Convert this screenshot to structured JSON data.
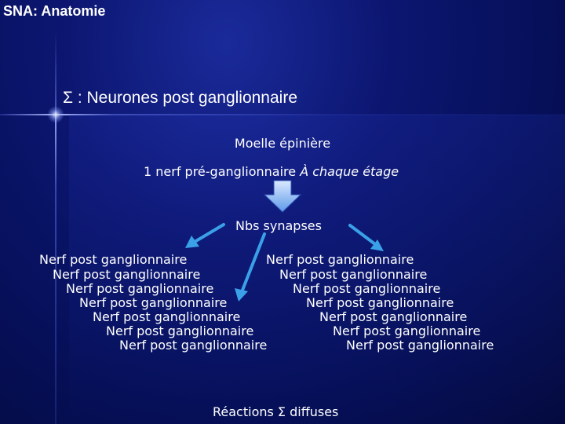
{
  "header": {
    "title": "SNA: Anatomie"
  },
  "slide": {
    "subtitle": "Σ : Neurones post ganglionnaire",
    "moelle": "Moelle épinière",
    "preganglion": "1 nerf pré-ganglionnaire",
    "etage": "À chaque étage",
    "synapses": "Nbs synapses",
    "left_column": [
      "Nerf post ganglionnaire",
      "Nerf post ganglionnaire",
      "Nerf post ganglionnaire",
      "Nerf post ganglionnaire",
      "Nerf post ganglionnaire",
      "Nerf post ganglionnaire",
      "Nerf post ganglionnaire"
    ],
    "right_column": [
      "Nerf post ganglionnaire",
      "Nerf post ganglionnaire",
      "Nerf post ganglionnaire",
      "Nerf post ganglionnaire",
      "Nerf post ganglionnaire",
      "Nerf post ganglionnaire",
      "Nerf post ganglionnaire"
    ],
    "reactions": "Réactions Σ diffuses"
  },
  "colors": {
    "background": "#0c1670",
    "text": "#ffffff",
    "arrow": "#3aa0e8",
    "down_arrow": "#8fbff5"
  },
  "icons": [
    "down-arrow-icon",
    "arrow-left-icon",
    "arrow-center-icon",
    "arrow-right-icon"
  ]
}
